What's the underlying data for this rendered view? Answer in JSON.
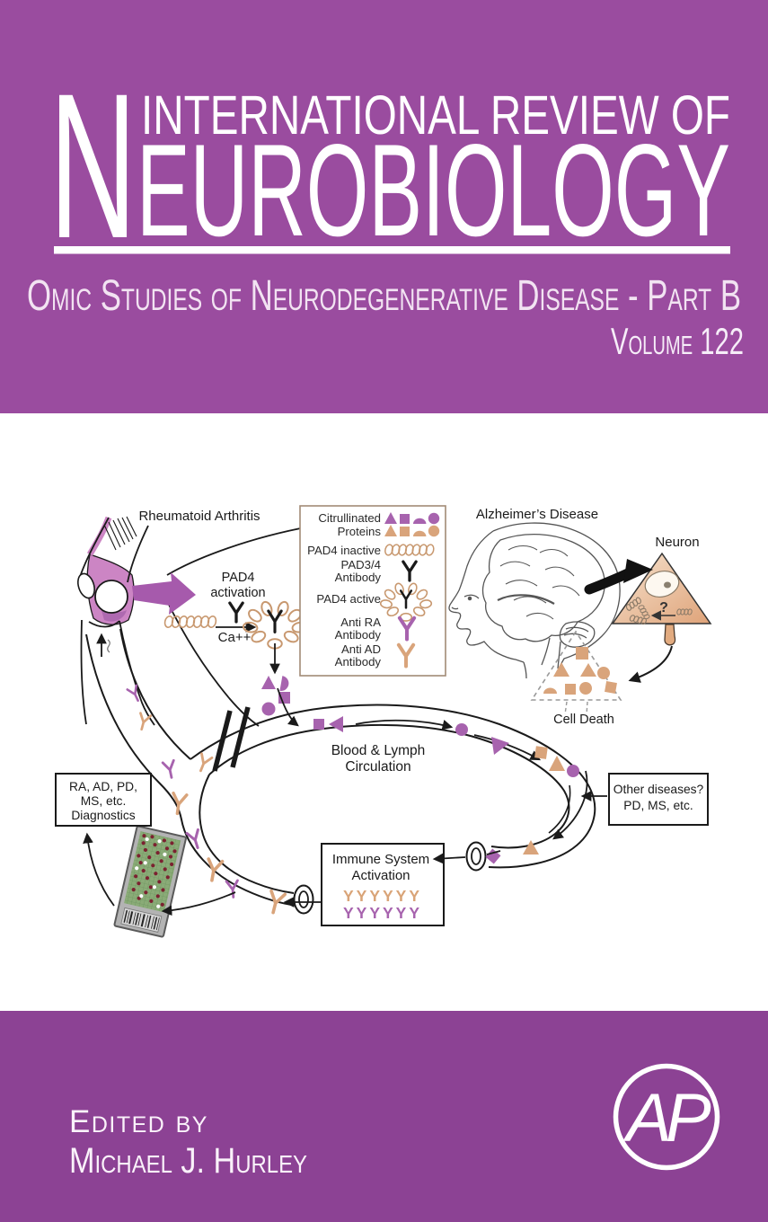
{
  "cover": {
    "series_line1": "INTERNATIONAL REVIEW OF",
    "series_initial": "N",
    "series_rest": "EUROBIOLOGY",
    "subtitle": "Omic Studies of Neurodegenerative Disease - Part B",
    "volume": "Volume 122",
    "edited_by_label": "Edited by",
    "editor_name": "Michael J. Hurley",
    "publisher_monogram": "AP"
  },
  "diagram": {
    "labels": {
      "rheumatoid": "Rheumatoid Arthritis",
      "alzheimers": "Alzheimer’s Disease",
      "neuron": "Neuron",
      "neuron_question": "?",
      "cell_death": "Cell Death",
      "blood_line1": "Blood & Lymph",
      "blood_line2": "Circulation",
      "pad4_line1": "PAD4",
      "pad4_line2": "activation",
      "calcium": "Ca++"
    },
    "legend": {
      "rows": [
        {
          "line1": "Citrullinated",
          "line2": "Proteins"
        },
        {
          "line1": "PAD4 inactive",
          "line2": ""
        },
        {
          "line1": "PAD3/4",
          "line2": "Antibody"
        },
        {
          "line1": "PAD4 active",
          "line2": ""
        },
        {
          "line1": "Anti RA",
          "line2": "Antibody"
        },
        {
          "line1": "Anti AD",
          "line2": "Antibody"
        }
      ]
    },
    "boxes": {
      "diagnostics": {
        "line1": "RA, AD, PD,",
        "line2": "MS, etc.",
        "line3": "Diagnostics"
      },
      "immune": {
        "line1": "Immune System",
        "line2": "Activation",
        "antibody_row_tan": "YYYYYY",
        "antibody_row_purple": "YYYYYY"
      },
      "other_diseases": {
        "line1": "Other diseases?",
        "line2": "PD, MS, etc."
      }
    }
  },
  "colors": {
    "cover_purple_top": "#9A4C9F",
    "cover_purple_bottom": "#8C4294",
    "title_white": "#FFFFFF",
    "subtitle_tint": "#F2E3F2",
    "diagram_purple": "#A763AE",
    "diagram_tan": "#D9A47B",
    "synovium_pink": "#CC85C4",
    "joint_arrow_purple": "#A65AAC",
    "chip_green": "#8AAB77",
    "chip_dot_red": "#7B2130",
    "sketch_gray": "#555555"
  }
}
